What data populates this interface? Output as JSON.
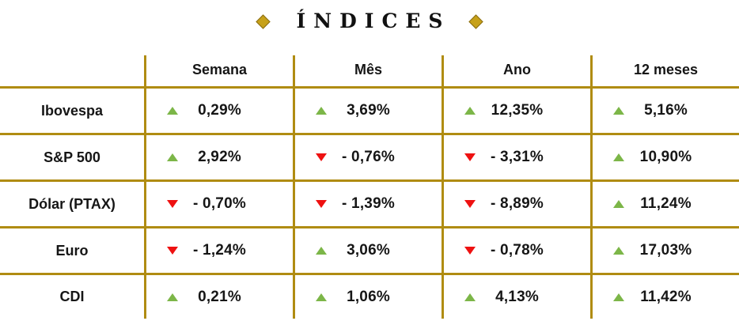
{
  "colors": {
    "gold_line": "#B08C12",
    "gold_diamond": "#C7A119",
    "green": "#7CB648",
    "red": "#EE1111",
    "ink": "#161616"
  },
  "chart_data": {
    "type": "table",
    "title": "ÍNDICES",
    "columns": [
      "Semana",
      "Mês",
      "Ano",
      "12 meses"
    ],
    "rows": [
      {
        "label": "Ibovespa",
        "values": [
          "0,29%",
          "3,69%",
          "12,35%",
          "5,16%"
        ],
        "directions": [
          "up",
          "up",
          "up",
          "up"
        ]
      },
      {
        "label": "S&P 500",
        "values": [
          "2,92%",
          "- 0,76%",
          "- 3,31%",
          "10,90%"
        ],
        "directions": [
          "up",
          "down",
          "down",
          "up"
        ]
      },
      {
        "label": "Dólar (PTAX)",
        "values": [
          "- 0,70%",
          "- 1,39%",
          "- 8,89%",
          "11,24%"
        ],
        "directions": [
          "down",
          "down",
          "down",
          "up"
        ]
      },
      {
        "label": "Euro",
        "values": [
          "- 1,24%",
          "3,06%",
          "- 0,78%",
          "17,03%"
        ],
        "directions": [
          "down",
          "up",
          "down",
          "up"
        ]
      },
      {
        "label": "CDI",
        "values": [
          "0,21%",
          "1,06%",
          "4,13%",
          "11,42%"
        ],
        "directions": [
          "up",
          "up",
          "up",
          "up"
        ]
      }
    ]
  }
}
